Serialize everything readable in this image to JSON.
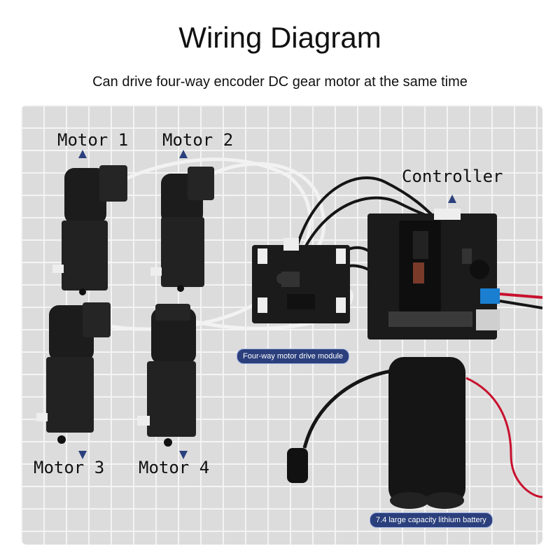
{
  "header": {
    "title": "Wiring Diagram",
    "subtitle": "Can drive four-way encoder DC gear motor at the same time"
  },
  "labels": {
    "motor1": "Motor 1",
    "motor2": "Motor 2",
    "motor3": "Motor 3",
    "motor4": "Motor 4",
    "controller": "Controller"
  },
  "tags": {
    "drive_module": "Four-way motor drive module",
    "battery": "7.4 large capacity lithium battery"
  },
  "colors": {
    "motor_body": "#1c1c1c",
    "board": "#1b1b1b",
    "wire_white": "#f2f2f2",
    "wire_black": "#151515",
    "wire_red": "#c8102e",
    "tag_bg": "#2a3f7c",
    "terminal": "#1a7fd1"
  }
}
